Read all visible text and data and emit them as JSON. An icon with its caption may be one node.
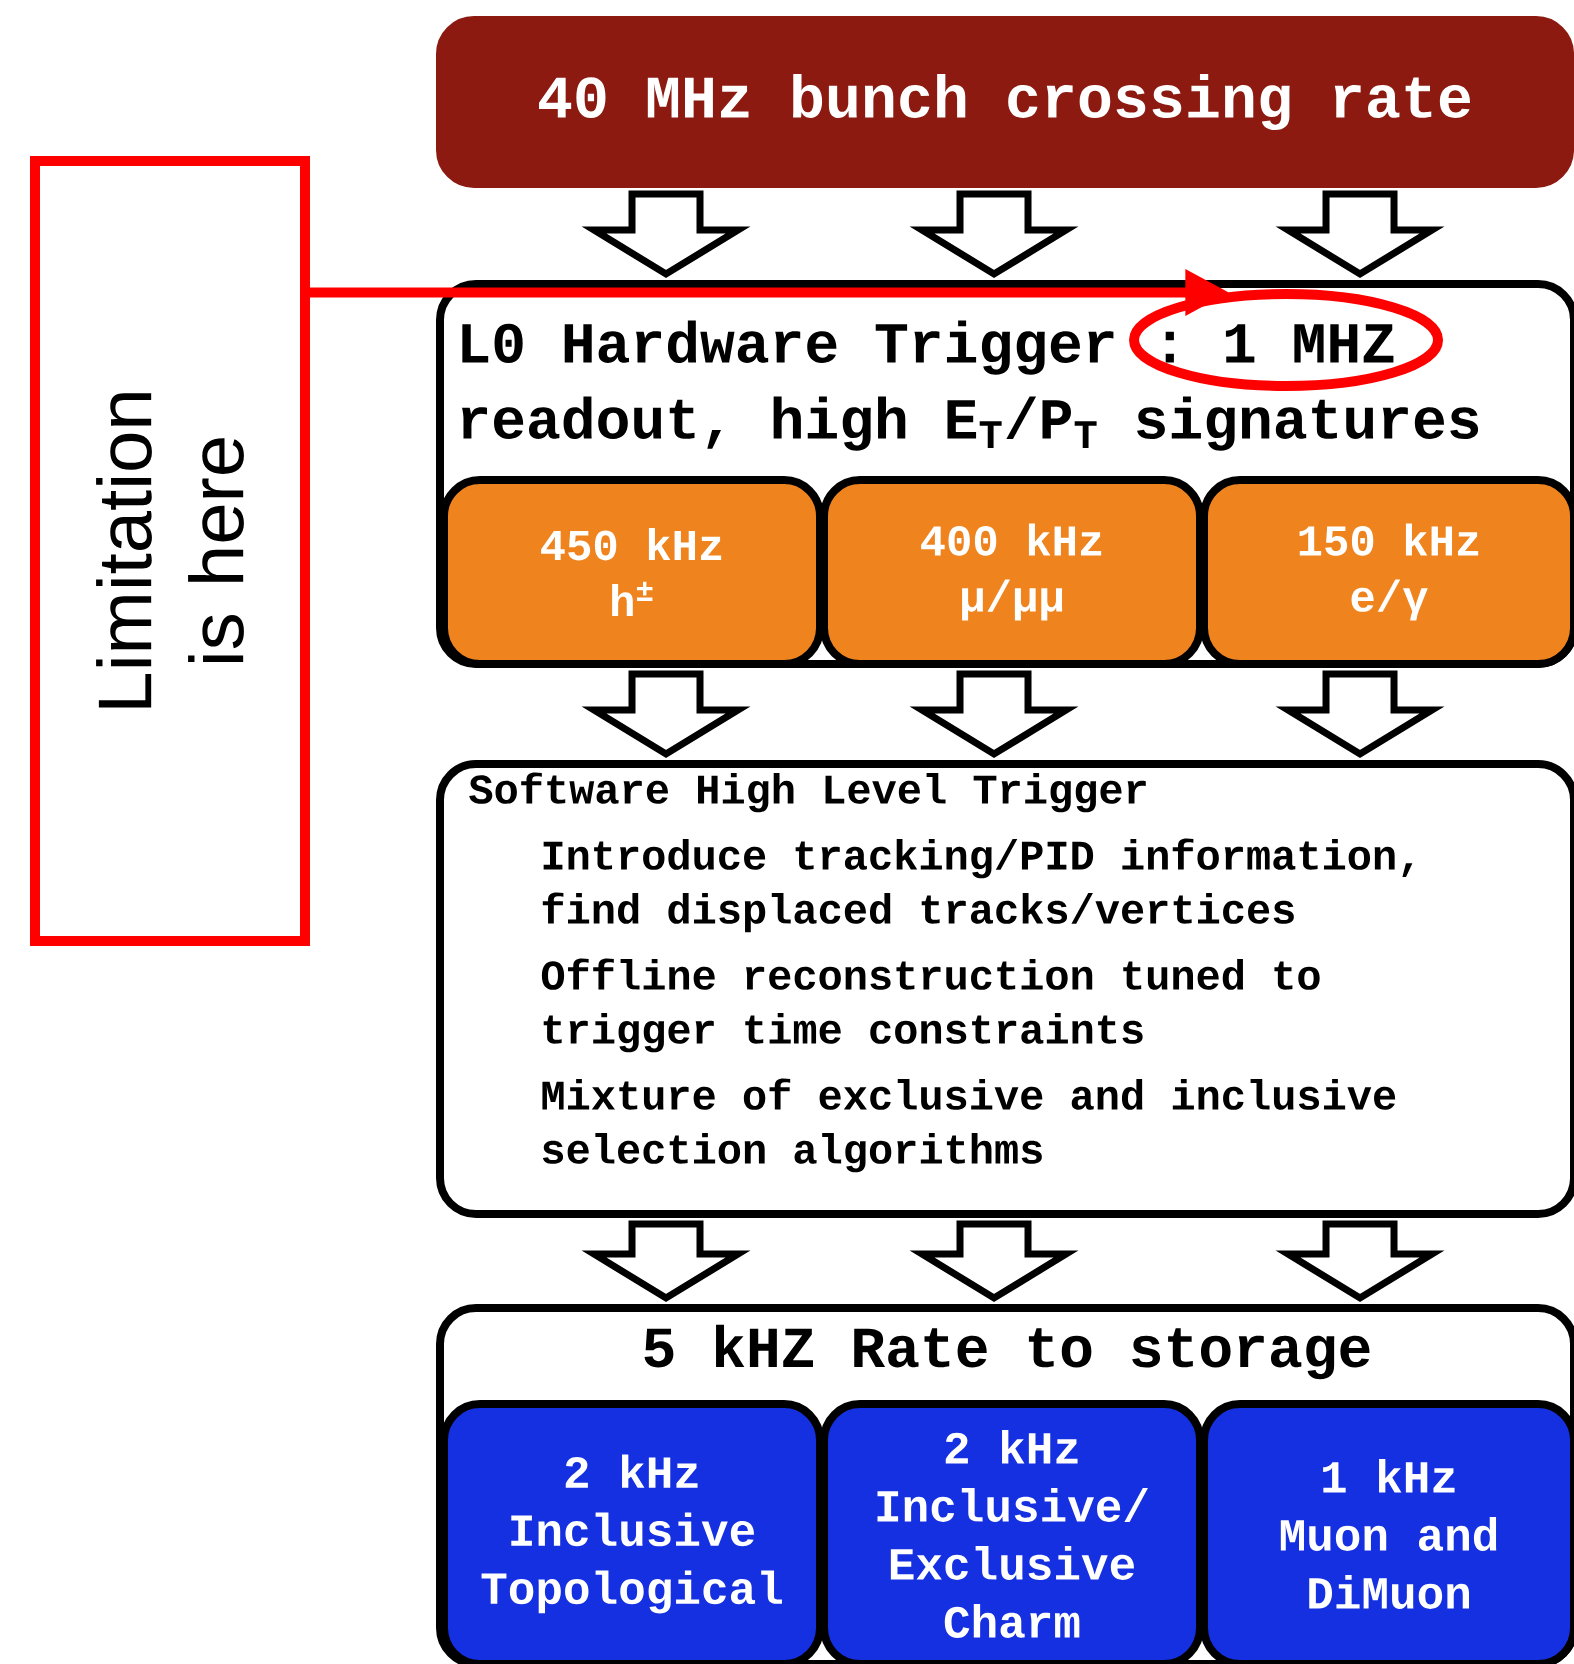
{
  "diagram": {
    "nodes": [
      {
        "text": [
          "40 MHz bunch crossing rate"
        ]
      },
      {
        "text": [
          "Limitation is here"
        ]
      },
      {
        "text": [
          "L0 Hardware Trigger : 1 MHZ readout, high E$_{T}$/P$_{T}$ signatures"
        ]
      },
      {
        "text": [],
        "shape": "ellipse",
        "in": 2
      },
      {
        "text": [
          "450 kHz",
          "h$^{±}$"
        ],
        "in": 2
      },
      {
        "text": [
          "400 kHz",
          "μ/μμ"
        ],
        "in": 2
      },
      {
        "text": [
          "150 kHz",
          "e/γ"
        ],
        "in": 2
      },
      {
        "text": [
          "Software High Level Trigger",
          "Introduce tracking/PID information, find displaced tracks/vertices",
          "Offline reconstruction tuned to trigger time constraints",
          "Mixture of exclusive and inclusive selection algorithms"
        ]
      },
      {
        "text": [
          "5 kHZ Rate to storage"
        ]
      },
      {
        "text": [
          "2 kHz",
          "Inclusive Topological"
        ],
        "in": 8
      },
      {
        "text": [
          "2 kHz",
          "Inclusive/ Exclusive Charm"
        ],
        "in": 8
      },
      {
        "text": [
          "1 kHz",
          "Muon and DiMuon"
        ],
        "in": 8
      }
    ],
    "edges": [
      {
        "from": 0,
        "to": 2,
        "arrow": "to"
      },
      {
        "from": 0,
        "to": 2,
        "arrow": "to"
      },
      {
        "from": 0,
        "to": 2,
        "arrow": "to"
      },
      {
        "from": 1,
        "to": 3,
        "arrow": "to",
        "color": "#ff0000"
      },
      {
        "from": 4,
        "to": 7,
        "arrow": "to"
      },
      {
        "from": 5,
        "to": 7,
        "arrow": "to"
      },
      {
        "from": 6,
        "to": 7,
        "arrow": "to"
      },
      {
        "from": 7,
        "to": 8,
        "arrow": "to"
      },
      {
        "from": 7,
        "to": 8,
        "arrow": "to"
      },
      {
        "from": 7,
        "to": 8,
        "arrow": "to"
      }
    ]
  }
}
